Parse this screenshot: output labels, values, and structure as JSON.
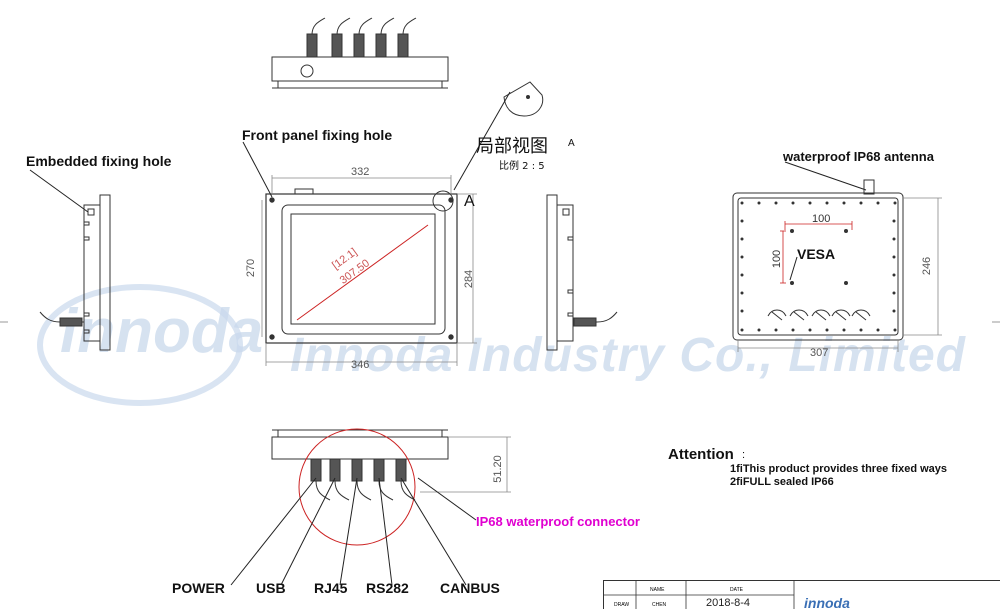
{
  "labels": {
    "embedded_fixing_hole": "Embedded fixing hole",
    "front_panel_fixing_hole": "Front panel fixing hole",
    "partial_view_title": "局部视图",
    "partial_view_letter": "A",
    "scale": "比例 2 : 5",
    "detail_marker": "A",
    "antenna": "waterproof IP68 antenna",
    "vesa": "VESA",
    "connector": "IP68 waterproof connector",
    "attention_title": "Attention",
    "attention_colon": ":",
    "attention_line1": "1ﬁThis product provides three fixed ways",
    "attention_line2": "2ﬁFULL sealed IP66",
    "watermark": "Innoda Industry Co., Limited",
    "watermark_logo": "innoda"
  },
  "ports": [
    "POWER",
    "USB",
    "RJ45",
    "RS282",
    "CANBUS"
  ],
  "dimensions": {
    "front_width_inner": "332",
    "front_width_outer": "346",
    "front_height_inner": "270",
    "front_height_outer": "284",
    "diagonal_inch": "[12.1]",
    "diagonal_mm": "307.50",
    "back_width": "307",
    "back_height": "246",
    "vesa_h": "100",
    "vesa_v": "100",
    "depth": "51.20"
  },
  "title_block": {
    "name_header": "NAME",
    "date_header": "DATE",
    "draw_label": "DRAW",
    "draw_name": "CHEN",
    "draw_date": "2018-8-4"
  },
  "colors": {
    "line": "#333333",
    "dim_line": "#888888",
    "red": "#cc2222",
    "magenta": "#e000d0",
    "watermark": "#c9d9ec"
  }
}
